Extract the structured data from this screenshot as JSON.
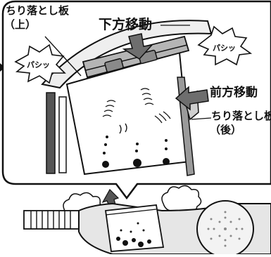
{
  "labels": {
    "plate_top_line1": "ちり落とし板",
    "plate_top_line2": "（上）",
    "move_down": "下方移動",
    "move_forward": "前方移動",
    "plate_rear_line1": "ちり落とし板",
    "plate_rear_line2": "（後）"
  },
  "bursts": {
    "left": "パシッ",
    "right": "パシッ"
  },
  "colors": {
    "line": "#111111",
    "gray_light": "#d9d9d9",
    "gray_mid": "#9a9a9a",
    "gray_dark": "#5a5a5a",
    "bg": "#ffffff"
  },
  "icons": [
    "down-arrow-icon",
    "left-arrow-icon",
    "up-arrow-icon",
    "dust-cloud-icon",
    "burst-icon"
  ]
}
